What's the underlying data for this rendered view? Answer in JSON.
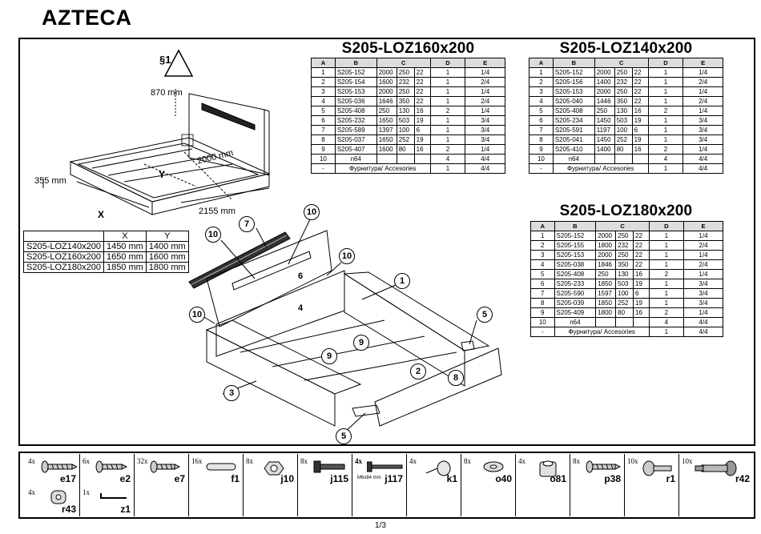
{
  "brand": "AZTECA",
  "page": "1/3",
  "safety_badge": "§1",
  "drawing": {
    "headboard_height": "870 mm",
    "frame_height": "355 mm",
    "length": "2155 mm",
    "inner_length": "2000 mm",
    "x_label": "X",
    "y_label": "Y"
  },
  "dims_table": {
    "headers": [
      "",
      "X",
      "Y"
    ],
    "rows": [
      [
        "S205-LOZ140x200",
        "1450 mm",
        "1400 mm"
      ],
      [
        "S205-LOZ160x200",
        "1650 mm",
        "1600 mm"
      ],
      [
        "S205-LOZ180x200",
        "1850 mm",
        "1800 mm"
      ]
    ]
  },
  "callouts": [
    "1",
    "2",
    "3",
    "4",
    "5",
    "5",
    "6",
    "7",
    "8",
    "9",
    "9",
    "10",
    "10",
    "10",
    "10"
  ],
  "tables": {
    "t160": {
      "title": "S205-LOZ160x200",
      "headers": [
        "A",
        "B",
        "C",
        "D",
        "E"
      ],
      "rows": [
        [
          "1",
          "S205-152",
          "2000",
          "250",
          "22",
          "1",
          "1/4"
        ],
        [
          "2",
          "S205-154",
          "1600",
          "232",
          "22",
          "1",
          "2/4"
        ],
        [
          "3",
          "S205-153",
          "2000",
          "250",
          "22",
          "1",
          "1/4"
        ],
        [
          "4",
          "S205-036",
          "1646",
          "350",
          "22",
          "1",
          "2/4"
        ],
        [
          "5",
          "S205-408",
          "250",
          "130",
          "16",
          "2",
          "1/4"
        ],
        [
          "6",
          "S205-232",
          "1650",
          "503",
          "19",
          "1",
          "3/4"
        ],
        [
          "7",
          "S205-589",
          "1397",
          "100",
          "6",
          "1",
          "3/4"
        ],
        [
          "8",
          "S205-037",
          "1650",
          "252",
          "19",
          "1",
          "3/4"
        ],
        [
          "9",
          "S205-407",
          "1600",
          "80",
          "16",
          "2",
          "1/4"
        ],
        [
          "10",
          "n64",
          "",
          "",
          "",
          "4",
          "4/4"
        ],
        [
          "-",
          "Фурнитура/ Accesories",
          "",
          "",
          "",
          "1",
          "4/4"
        ]
      ]
    },
    "t140": {
      "title": "S205-LOZ140x200",
      "headers": [
        "A",
        "B",
        "C",
        "D",
        "E"
      ],
      "rows": [
        [
          "1",
          "S205-152",
          "2000",
          "250",
          "22",
          "1",
          "1/4"
        ],
        [
          "2",
          "S205-156",
          "1400",
          "232",
          "22",
          "1",
          "2/4"
        ],
        [
          "3",
          "S205-153",
          "2000",
          "250",
          "22",
          "1",
          "1/4"
        ],
        [
          "4",
          "S205-040",
          "1446",
          "350",
          "22",
          "1",
          "2/4"
        ],
        [
          "5",
          "S205-408",
          "250",
          "130",
          "16",
          "2",
          "1/4"
        ],
        [
          "6",
          "S205-234",
          "1450",
          "503",
          "19",
          "1",
          "3/4"
        ],
        [
          "7",
          "S205-591",
          "1197",
          "100",
          "6",
          "1",
          "3/4"
        ],
        [
          "8",
          "S205-041",
          "1450",
          "252",
          "19",
          "1",
          "3/4"
        ],
        [
          "9",
          "S205-410",
          "1400",
          "80",
          "16",
          "2",
          "1/4"
        ],
        [
          "10",
          "n64",
          "",
          "",
          "",
          "4",
          "4/4"
        ],
        [
          "-",
          "Фурнитура/ Accesories",
          "",
          "",
          "",
          "1",
          "4/4"
        ]
      ]
    },
    "t180": {
      "title": "S205-LOZ180x200",
      "headers": [
        "A",
        "B",
        "C",
        "D",
        "E"
      ],
      "rows": [
        [
          "1",
          "S205-152",
          "2000",
          "250",
          "22",
          "1",
          "1/4"
        ],
        [
          "2",
          "S205-155",
          "1800",
          "232",
          "22",
          "1",
          "2/4"
        ],
        [
          "3",
          "S205-153",
          "2000",
          "250",
          "22",
          "1",
          "1/4"
        ],
        [
          "4",
          "S205-038",
          "1846",
          "350",
          "22",
          "1",
          "2/4"
        ],
        [
          "5",
          "S205-408",
          "250",
          "130",
          "16",
          "2",
          "1/4"
        ],
        [
          "6",
          "S205-233",
          "1850",
          "503",
          "19",
          "1",
          "3/4"
        ],
        [
          "7",
          "S205-590",
          "1597",
          "100",
          "6",
          "1",
          "3/4"
        ],
        [
          "8",
          "S205-039",
          "1850",
          "252",
          "19",
          "1",
          "3/4"
        ],
        [
          "9",
          "S205-409",
          "1800",
          "80",
          "16",
          "2",
          "1/4"
        ],
        [
          "10",
          "n64",
          "",
          "",
          "",
          "4",
          "4/4"
        ],
        [
          "-",
          "Фурнитура/ Accesories",
          "",
          "",
          "",
          "1",
          "4/4"
        ]
      ]
    }
  },
  "hardware": [
    {
      "qty": "4x",
      "code": "e17",
      "icon": "screw-icon"
    },
    {
      "qty": "6x",
      "code": "e2",
      "icon": "screw-icon"
    },
    {
      "qty": "32x",
      "code": "e7",
      "icon": "screw-icon"
    },
    {
      "qty": "16x",
      "code": "f1",
      "icon": "dowel-icon"
    },
    {
      "qty": "8x",
      "code": "j10",
      "icon": "nut-icon"
    },
    {
      "qty": "8x",
      "code": "j115",
      "icon": "bolt-icon"
    },
    {
      "qty": "4x",
      "code": "j117",
      "icon": "bolt-icon",
      "size": "M6x84 mm"
    },
    {
      "qty": "4x",
      "code": "k1",
      "icon": "glide-icon"
    },
    {
      "qty": "8x",
      "code": "o40",
      "icon": "washer-icon"
    },
    {
      "qty": "4x",
      "code": "o81",
      "icon": "spacer-icon"
    },
    {
      "qty": "8x",
      "code": "p38",
      "icon": "screw-icon"
    },
    {
      "qty": "10x",
      "code": "r1",
      "icon": "cam-bolt-icon"
    },
    {
      "qty": "10x",
      "code": "r42",
      "icon": "cam-bolt-icon"
    },
    {
      "qty": "4x",
      "code": "r43",
      "icon": "cam-lock-icon"
    },
    {
      "qty": "1x",
      "code": "z1",
      "icon": "hex-key-icon"
    }
  ]
}
